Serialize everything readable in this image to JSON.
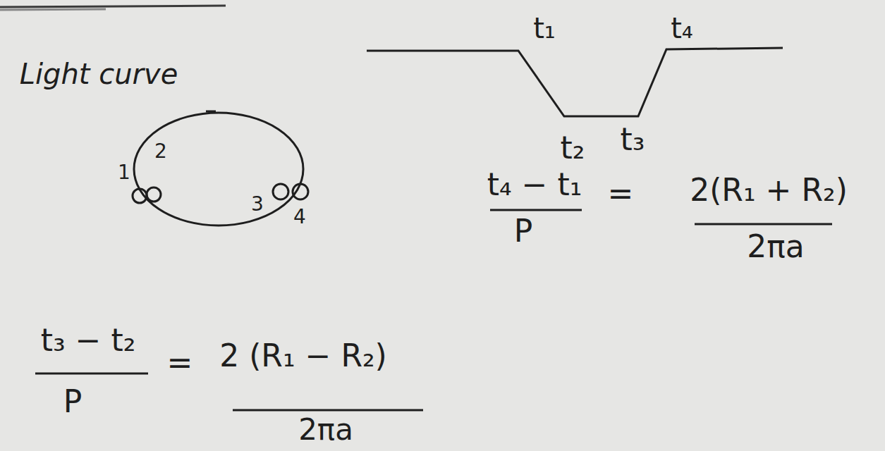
{
  "diagram": {
    "labels": [
      "Light curve",
      "t₁",
      "t₄",
      "t₂",
      "t₃",
      "1",
      "2",
      "3",
      "4",
      "t₄ − t₁",
      "=",
      "2(R₁ + R₂)",
      "P",
      "2πa",
      "t₃ − t₂",
      "=",
      "2 (R₁ − R₂)",
      "P",
      "2πa"
    ]
  }
}
